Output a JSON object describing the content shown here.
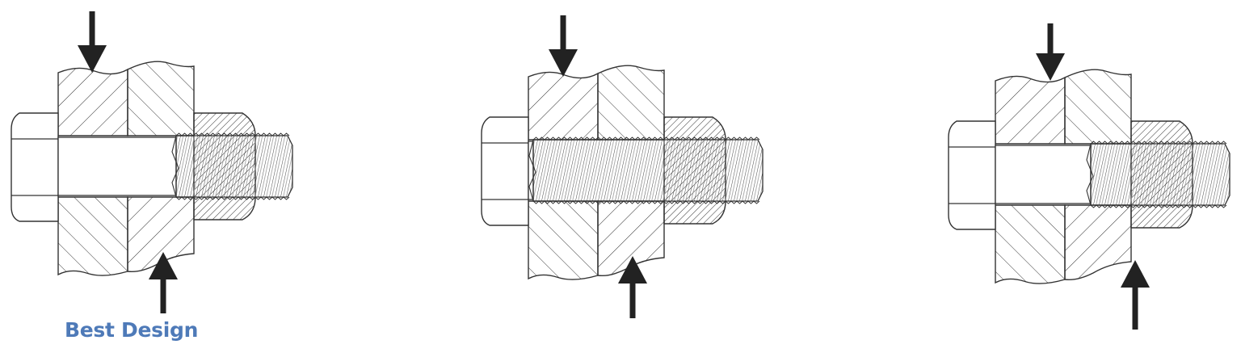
{
  "diagram": {
    "caption": "Best Design",
    "caption_color": "#4e7ab8",
    "line_color": "#333333",
    "arrow_color": "#222222",
    "figures": [
      {
        "name": "bolt-joint-best-design",
        "shank": "plain",
        "threads_in_shear_plane": false
      },
      {
        "name": "bolt-joint-fully-threaded",
        "shank": "threaded",
        "threads_in_shear_plane": true
      },
      {
        "name": "bolt-joint-partial-thread",
        "shank": "partial",
        "threads_in_shear_plane": true
      }
    ]
  }
}
